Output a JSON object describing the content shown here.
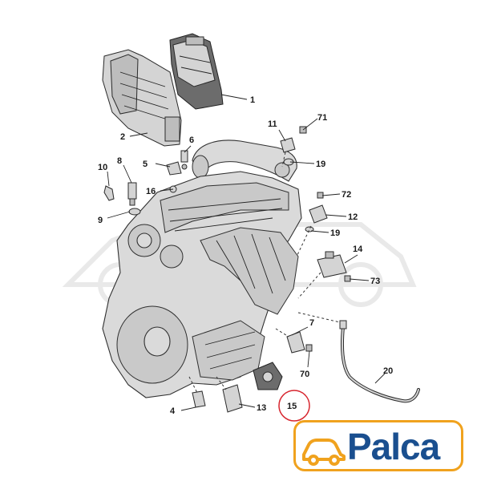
{
  "diagram": {
    "callouts": [
      "1",
      "2",
      "4",
      "5",
      "6",
      "7",
      "8",
      "9",
      "10",
      "11",
      "12",
      "13",
      "14",
      "15",
      "16",
      "19",
      "19",
      "20",
      "70",
      "71",
      "72",
      "73"
    ],
    "highlighted_callout": "15",
    "highlight_color": "#d7262f"
  },
  "logo": {
    "text": "Palca",
    "text_color": "#1a4f8f",
    "border_color": "#f0a21e",
    "icon": "car-icon"
  }
}
